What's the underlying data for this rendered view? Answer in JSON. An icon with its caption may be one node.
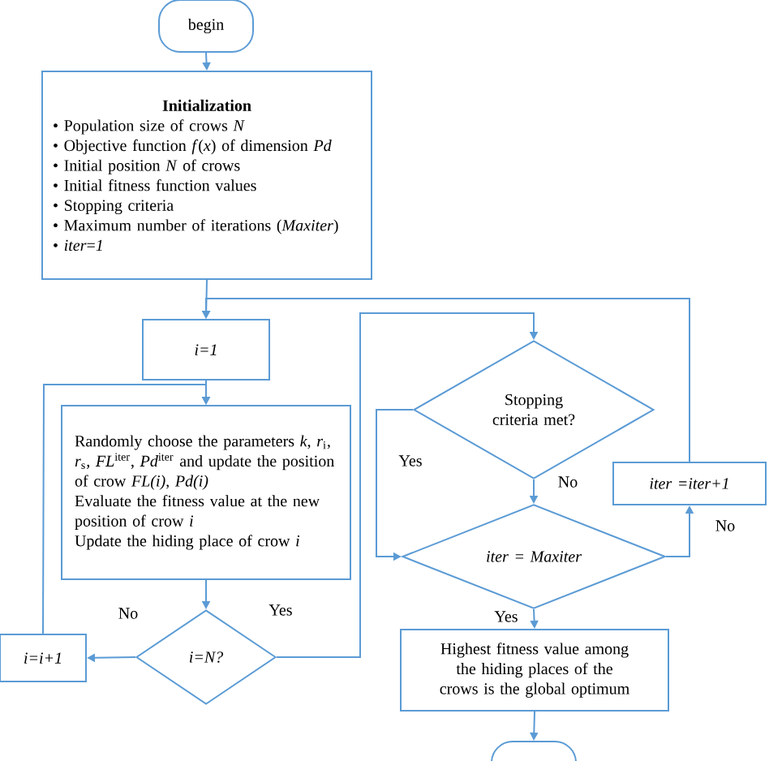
{
  "diagram": {
    "nodes": [
      {
        "text": [
          "begin"
        ]
      },
      {
        "text": [
          "Initialization",
          "• Population size of crows *N*",
          "• Objective function *f*(*x*) of dimension *Pd*",
          "• Initial position *N* of crows",
          "• Initial fitness function values",
          "• Stopping criteria",
          "• Maximum number of iterations (*Maxiter*)",
          "• *iter*=*1*"
        ]
      },
      {
        "text": [
          "i=1"
        ]
      },
      {
        "text": [
          "Randomly choose the parameters *k*, *r*$_{i}$, *r*$_{s}$, *FL*$^{iter}$, *Pd*$^{iter}$ and update the position of crow *FL(i)*, *Pd(i)*",
          "Evaluate the fitness value at the new position of crow *i*",
          "Update the hiding place of crow *i*"
        ]
      },
      {
        "text": [
          "i=N?"
        ]
      },
      {
        "text": [
          "i=i+1"
        ]
      },
      {
        "text": [
          "Stopping criteria met?"
        ]
      },
      {
        "text": [
          "iter = Maxiter"
        ]
      },
      {
        "text": [
          "iter =iter+1"
        ]
      },
      {
        "text": [
          "Highest fitness value among the hiding places of the crows is the global optimum"
        ]
      },
      {
        "text": [],
        "shape": "box"
      }
    ],
    "edges": [
      {
        "from": 0,
        "to": 1,
        "arrow": "to"
      },
      {
        "from": 1,
        "to": 2,
        "arrow": "to"
      },
      {
        "from": 2,
        "to": 3,
        "arrow": "to"
      },
      {
        "from": 3,
        "to": 4,
        "arrow": "to"
      },
      {
        "from": 4,
        "to": 5,
        "arrow": "to",
        "label": "No"
      },
      {
        "from": 5,
        "to": 3,
        "arrow": "to"
      },
      {
        "from": 4,
        "to": 6,
        "arrow": "to",
        "label": "Yes"
      },
      {
        "from": 6,
        "to": 7,
        "arrow": "to",
        "label": "Yes"
      },
      {
        "from": 6,
        "to": 7,
        "arrow": "to",
        "label": "No"
      },
      {
        "from": 7,
        "to": 8,
        "arrow": "to",
        "label": "No"
      },
      {
        "from": 8,
        "to": 2,
        "arrow": "to"
      },
      {
        "from": 7,
        "to": 9,
        "arrow": "to",
        "label": "Yes"
      },
      {
        "from": 9,
        "to": 10,
        "arrow": "to"
      }
    ]
  }
}
